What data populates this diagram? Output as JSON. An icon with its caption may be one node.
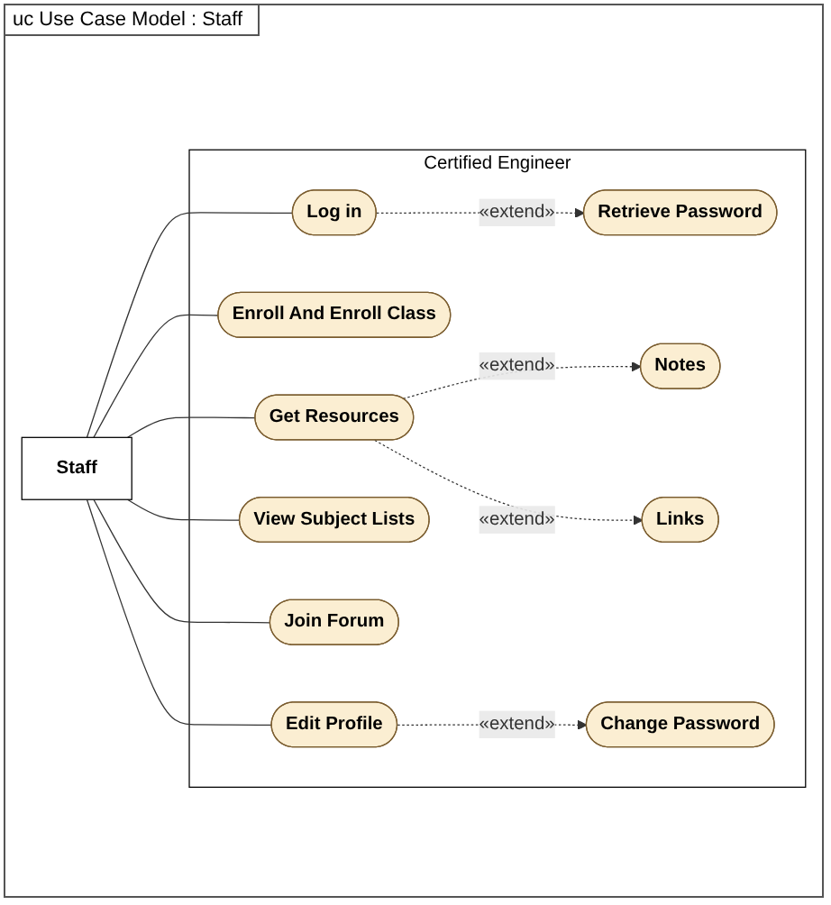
{
  "diagram": {
    "title": "uc Use Case Model : Staff",
    "nodes": [
      {
        "text": [
          "Certified Engineer"
        ]
      },
      {
        "text": [
          "Staff"
        ]
      },
      {
        "text": [
          "Log in"
        ],
        "in": 0
      },
      {
        "text": [
          "Retrieve Password"
        ],
        "in": 0
      },
      {
        "text": [
          "Enroll And Enroll Class"
        ],
        "in": 0
      },
      {
        "text": [
          "Get Resources"
        ],
        "in": 0
      },
      {
        "text": [
          "Notes"
        ],
        "in": 0
      },
      {
        "text": [
          "Links"
        ],
        "in": 0
      },
      {
        "text": [
          "View Subject Lists"
        ],
        "in": 0
      },
      {
        "text": [
          "Join Forum"
        ],
        "in": 0
      },
      {
        "text": [
          "Edit Profile"
        ],
        "in": 0
      },
      {
        "text": [
          "Change Password"
        ],
        "in": 0
      }
    ],
    "edges": [
      {
        "from": 1,
        "to": 2,
        "arrow": "none"
      },
      {
        "from": 1,
        "to": 4,
        "arrow": "none"
      },
      {
        "from": 1,
        "to": 5,
        "arrow": "none"
      },
      {
        "from": 1,
        "to": 8,
        "arrow": "none"
      },
      {
        "from": 1,
        "to": 9,
        "arrow": "none"
      },
      {
        "from": 1,
        "to": 10,
        "arrow": "none"
      },
      {
        "from": 2,
        "to": 3,
        "arrow": "to",
        "label": "«extend»",
        "style": "dashed"
      },
      {
        "from": 5,
        "to": 6,
        "arrow": "to",
        "label": "«extend»",
        "style": "dashed"
      },
      {
        "from": 5,
        "to": 7,
        "arrow": "to",
        "label": "«extend»",
        "style": "dashed"
      },
      {
        "from": 10,
        "to": 11,
        "arrow": "to",
        "label": "«extend»",
        "style": "dashed"
      }
    ]
  }
}
